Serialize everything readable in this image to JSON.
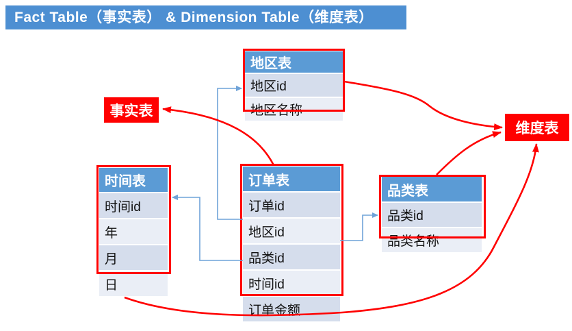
{
  "title": "Fact Table（事实表） &  Dimension Table（维度表）",
  "labels": {
    "fact": "事实表",
    "dimension": "维度表"
  },
  "tables": {
    "region": {
      "name": "地区表",
      "rows": [
        "地区id",
        "地区名称"
      ]
    },
    "time": {
      "name": "时间表",
      "rows": [
        "时间id",
        "年",
        "月",
        "日"
      ]
    },
    "order": {
      "name": "订单表",
      "rows": [
        "订单id",
        "地区id",
        "品类id",
        "时间id",
        "订单金额"
      ]
    },
    "category": {
      "name": "品类表",
      "rows": [
        "品类id",
        "品类名称"
      ]
    }
  },
  "relations": [
    {
      "from": "订单表",
      "to": "事实表",
      "kind": "callout-arrow"
    },
    {
      "from": "地区表",
      "to": "维度表",
      "kind": "callout-arrow"
    },
    {
      "from": "品类表",
      "to": "维度表",
      "kind": "callout-arrow"
    },
    {
      "from": "时间表",
      "to": "维度表",
      "kind": "callout-arrow"
    },
    {
      "from": "订单表.地区id",
      "to": "地区表.地区id",
      "kind": "foreign-key"
    },
    {
      "from": "订单表.时间id",
      "to": "时间表.时间id",
      "kind": "foreign-key"
    },
    {
      "from": "订单表.品类id",
      "to": "品类表.品类id",
      "kind": "foreign-key"
    }
  ],
  "colors": {
    "title_bar": "#4D8FD2",
    "table_header": "#5B9BD5",
    "row_dark": "#D5DDEC",
    "row_light": "#EAEEF6",
    "highlight": "#FF0000",
    "connector": "#6FA3D8"
  }
}
